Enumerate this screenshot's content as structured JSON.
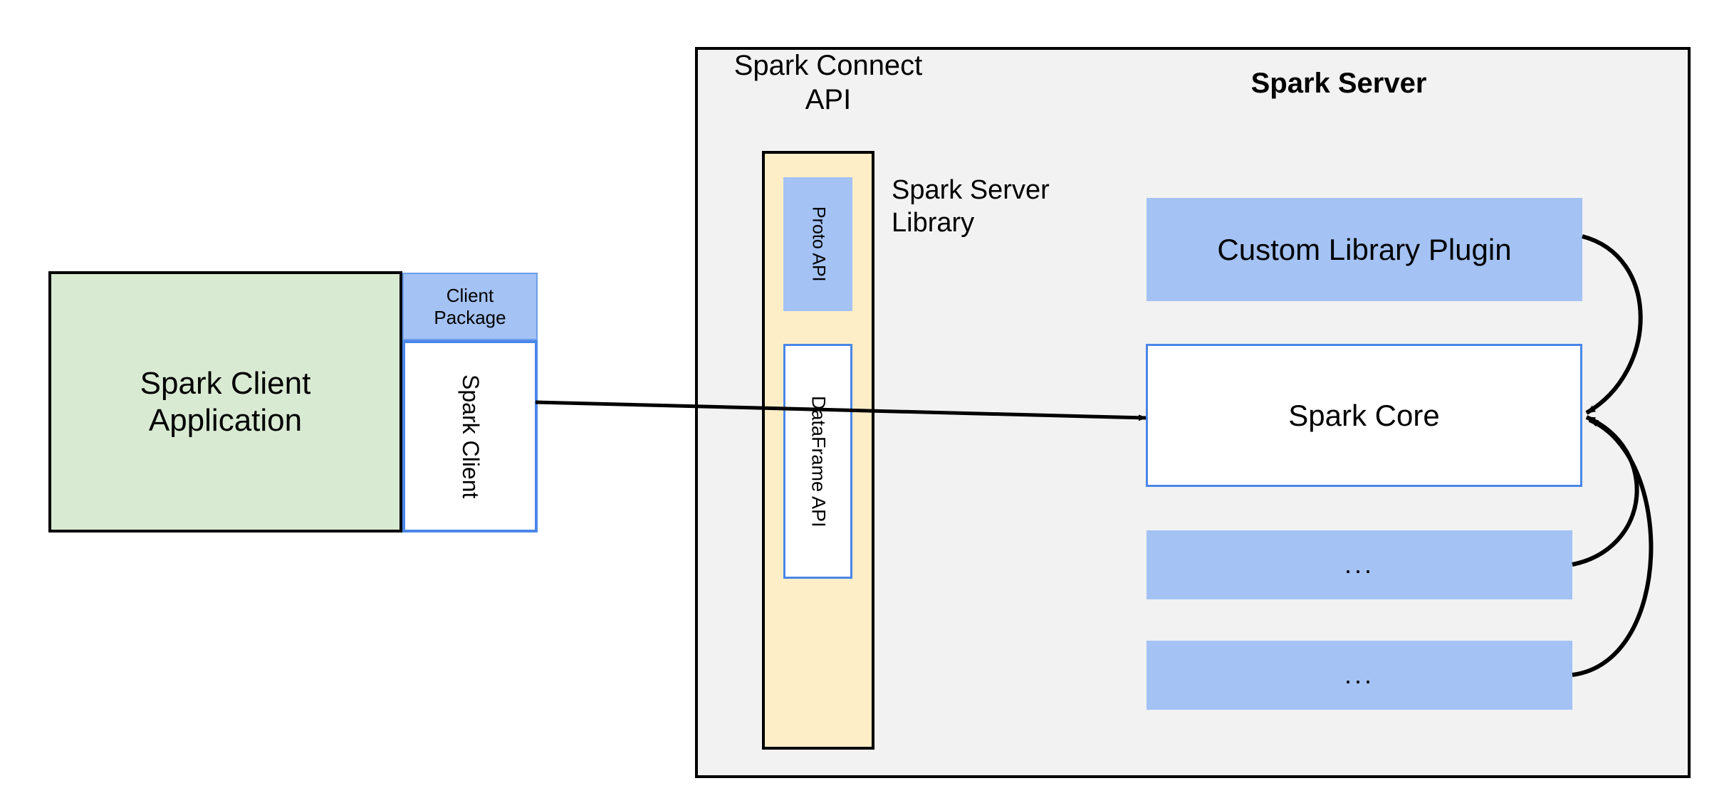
{
  "diagram": {
    "title": "Spark Connect architecture",
    "colors": {
      "client_app_fill": "#d9ead3",
      "blue_fill": "#a4c2f4",
      "blue_border": "#4a86e8",
      "server_fill": "#f2f2f2",
      "connect_column_fill": "#fdeec8",
      "outline": "#000000"
    },
    "client": {
      "app_label": "Spark Client\nApplication",
      "package_label": "Client\nPackage",
      "client_label": "Spark Client"
    },
    "server": {
      "connect_api_label": "Spark Connect\nAPI",
      "title": "Spark Server",
      "server_library_label": "Spark Server\nLibrary",
      "proto_api_label": "Proto API",
      "dataframe_api_label": "DataFrame API",
      "custom_library_plugin_label": "Custom Library Plugin",
      "spark_core_label": "Spark Core",
      "ellipsis_1_label": "...",
      "ellipsis_2_label": "..."
    },
    "connections": [
      {
        "name": "client-to-core",
        "from": "Spark Client",
        "to": "Spark Core",
        "style": "straight-arrow"
      },
      {
        "name": "custom-library-plugin-to-core",
        "from": "Custom Library Plugin",
        "to": "Spark Core",
        "style": "curved-arrow"
      },
      {
        "name": "ellipsis-1-to-core",
        "from": "...",
        "to": "Spark Core",
        "style": "curved-arrow"
      },
      {
        "name": "ellipsis-2-to-core",
        "from": "...",
        "to": "Spark Core",
        "style": "curved-arrow"
      }
    ]
  }
}
